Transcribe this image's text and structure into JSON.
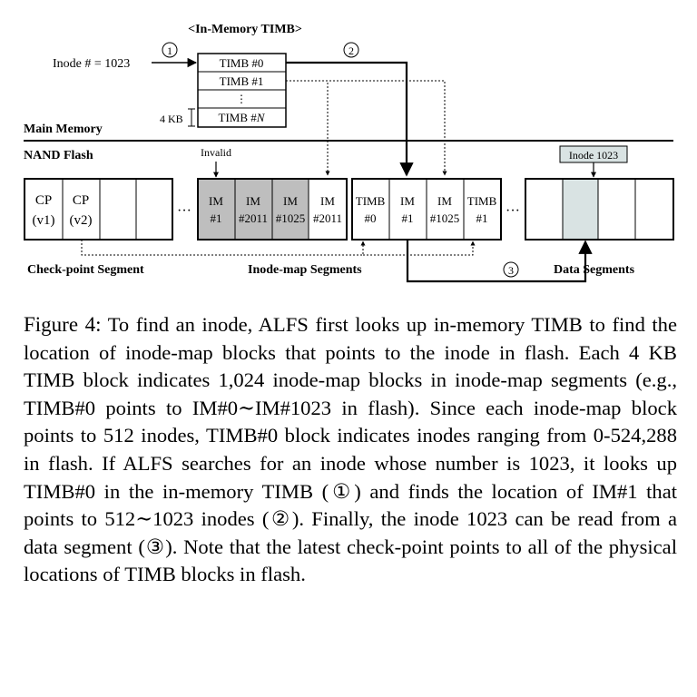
{
  "diagram": {
    "in_memory_title": "<In-Memory TIMB>",
    "inode_label": "Inode # = 1023",
    "step_1": "1",
    "step_2": "2",
    "step_3": "3",
    "timb_rows": [
      "TIMB #0",
      "TIMB #1",
      "⋮",
      "TIMB #"
    ],
    "timb_last_suffix": "N",
    "size_label": "4 KB",
    "main_memory": "Main Memory",
    "nand_flash": "NAND Flash",
    "invalid": "Invalid",
    "inode_tag": "Inode 1023",
    "cp_cells": [
      [
        "CP",
        "(v1)"
      ],
      [
        "CP",
        "(v2)"
      ]
    ],
    "ellipsis": "···",
    "im_old_cells": [
      [
        "IM",
        "#1"
      ],
      [
        "IM",
        "#2011"
      ],
      [
        "IM",
        "#1025"
      ],
      [
        "IM",
        "#2011"
      ]
    ],
    "im_new_cells": [
      [
        "TIMB",
        "#0"
      ],
      [
        "IM",
        "#1"
      ],
      [
        "IM",
        "#1025"
      ],
      [
        "TIMB",
        "#1"
      ]
    ],
    "checkpoint_segment": "Check-point Segment",
    "inode_map_segments": "Inode-map Segments",
    "data_segments": "Data Segments",
    "colors": {
      "invalid_fill": "#bebebe",
      "data_fill": "#d9e3e3",
      "tag_fill": "#d9e3e3"
    }
  },
  "caption": {
    "label": "Figure 4:",
    "text": "To find an inode, ALFS first looks up in-memory TIMB to find the location of inode-map blocks that points to the inode in flash. Each 4 KB TIMB block indicates 1,024 inode-map blocks in inode-map segments (e.g., TIMB#0 points to IM#0∼IM#1023 in flash). Since each inode-map block points to 512 inodes, TIMB#0 block indicates inodes ranging from 0-524,288 in flash. If ALFS searches for an inode whose number is 1023, it looks up TIMB#0 in the in-memory TIMB (①) and finds the location of IM#1 that points to 512∼1023 inodes (②). Finally, the inode 1023 can be read from a data segment (③). Note that the latest check-point points to all of the physical locations of TIMB blocks in flash."
  }
}
